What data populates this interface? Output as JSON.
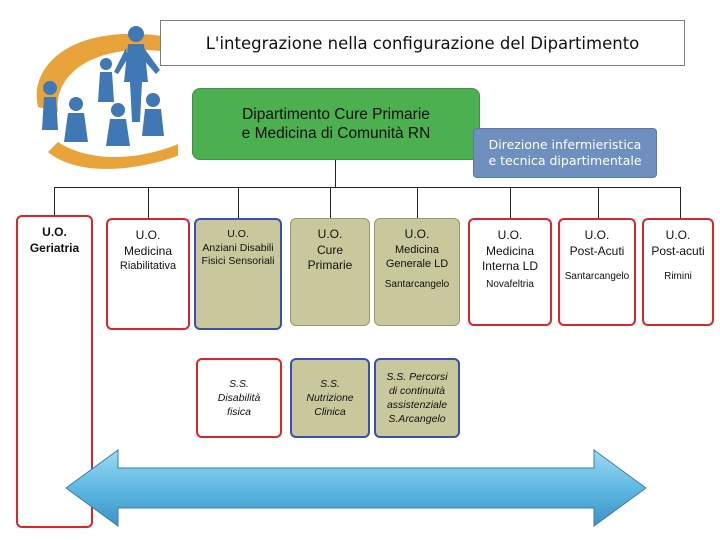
{
  "title": "L'integrazione nella configurazione del Dipartimento",
  "department": {
    "line1": "Dipartimento Cure Primarie",
    "line2": "e  Medicina di Comunità RN"
  },
  "direction": {
    "line1": "Direzione infermieristica",
    "line2": "e tecnica dipartimentale"
  },
  "units": [
    {
      "line1": "U.O.",
      "line2": "Geriatria",
      "line3": "",
      "sub": ""
    },
    {
      "line1": "U.O.",
      "line2": "Medicina",
      "line3": "Riabilitativa",
      "sub": ""
    },
    {
      "line1": "U.O.",
      "line2": "Anziani  Disabili",
      "line3": "Fisici Sensoriali",
      "sub": ""
    },
    {
      "line1": "U.O.",
      "line2": "Cure",
      "line3": "Primarie",
      "sub": ""
    },
    {
      "line1": "U.O.",
      "line2": "Medicina",
      "line3": "Generale LD",
      "sub": "Santarcangelo"
    },
    {
      "line1": "U.O.",
      "line2": "Medicina",
      "line3": "Interna  LD",
      "sub": "Novafeltria"
    },
    {
      "line1": "U.O.",
      "line2": "Post-Acuti",
      "line3": "",
      "sub": "Santarcangelo"
    },
    {
      "line1": "U.O.",
      "line2": "Post-acuti",
      "line3": "",
      "sub": "Rimini"
    }
  ],
  "simple_structures": [
    {
      "line1": "S.S.",
      "line2": "Disabilità",
      "line3": "fisica",
      "line4": ""
    },
    {
      "line1": "S.S.",
      "line2": "Nutrizione",
      "line3": "Clinica",
      "line4": ""
    },
    {
      "line1": "S.S. Percorsi",
      "line2": "di continuità",
      "line3": "assistenziale",
      "line4": "S.Arcangelo"
    }
  ],
  "colors": {
    "department": "#4caf50",
    "direction": "#6f8fbf",
    "red_border": "#d9252b",
    "blue_border": "#3a4fb0",
    "olive_fill": "#c9c79c",
    "arrow": "#6ec3ea"
  },
  "icons": [
    "people-logo-icon",
    "double-arrow-icon"
  ]
}
